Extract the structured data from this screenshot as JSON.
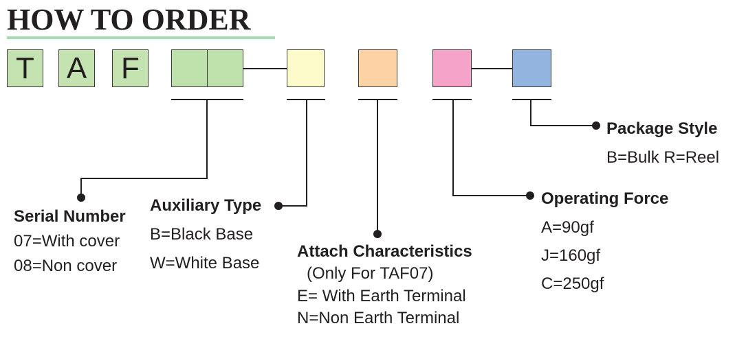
{
  "title": "HOW TO ORDER",
  "code_letters": [
    "T",
    "A",
    "F"
  ],
  "colors": {
    "underline": "#a6dcb4",
    "letter_fill": "#c4e3b0",
    "serial_fill": "#bfe2ad",
    "auxiliary_fill": "#fdfbc9",
    "attach_fill": "#fdd3a6",
    "force_fill": "#f5a3c8",
    "package_fill": "#92b4df"
  },
  "sections": {
    "serial": {
      "heading": "Serial Number",
      "options": [
        "07=With cover",
        "08=Non cover"
      ]
    },
    "auxiliary": {
      "heading": "Auxiliary Type",
      "options": [
        "B=Black Base",
        "W=White Base"
      ]
    },
    "attach": {
      "heading": "Attach Characteristics",
      "note": "(Only For TAF07)",
      "options": [
        "E= With Earth Terminal",
        "N=Non Earth Terminal"
      ]
    },
    "force": {
      "heading": "Operating Force",
      "options": [
        "A=90gf",
        "J=160gf",
        "C=250gf"
      ]
    },
    "package": {
      "heading": "Package Style",
      "options": [
        "B=Bulk R=Reel"
      ]
    }
  }
}
